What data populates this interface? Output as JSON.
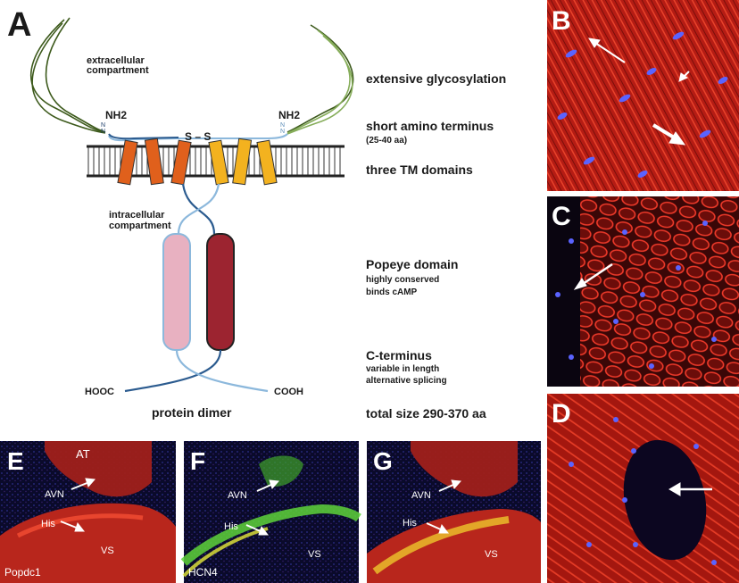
{
  "panel_labels": {
    "a": "A",
    "b": "B",
    "c": "C",
    "d": "D",
    "e": "E",
    "f": "F",
    "g": "G"
  },
  "diagram": {
    "extracellular": [
      "extracellular",
      "compartment"
    ],
    "intracellular": [
      "intracellular",
      "compartment"
    ],
    "nh2_left": "NH2",
    "nh2_right": "NH2",
    "disulfide": "S – S",
    "n_left": [
      "N",
      "N"
    ],
    "n_right": [
      "N",
      "N"
    ],
    "hooc": "HOOC",
    "cooh": "COOH",
    "dimer": "protein dimer"
  },
  "features": {
    "glycosylation": "extensive glycosylation",
    "amino_terminus": "short amino terminus",
    "amino_terminus_sub": "(25-40 aa)",
    "tm_domains": "three TM domains",
    "popeye": "Popeye domain",
    "popeye_sub": [
      "highly conserved",
      "binds cAMP"
    ],
    "c_terminus": "C-terminus",
    "c_terminus_sub": [
      "variable in length",
      "alternative splicing"
    ],
    "total_size": "total size 290-370 aa"
  },
  "micrographs": {
    "e": {
      "at": "AT",
      "avn": "AVN",
      "his": "His",
      "vs": "VS",
      "stain": "Popdc1"
    },
    "f": {
      "avn": "AVN",
      "his": "His",
      "vs": "VS",
      "stain": "HCN4"
    },
    "g": {
      "avn": "AVN",
      "his": "His",
      "vs": "VS"
    }
  },
  "colors": {
    "helix_dark_orange": "#e0601c",
    "helix_light_orange": "#f3b21f",
    "popeye_light": "#e8b1c1",
    "popeye_dark": "#9c2430",
    "chain_dark": "#2b5b8f",
    "chain_light": "#8cb8dc",
    "glyco_dark": "#3d5a1c",
    "glyco_light": "#86ad5a",
    "stain_red": "#d8261c",
    "nuclei_blue": "#3a4cf0",
    "stain_green": "#5ed43a"
  }
}
